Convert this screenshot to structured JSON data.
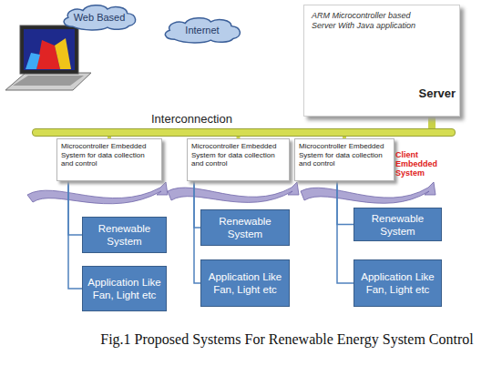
{
  "diagram": {
    "caption": "Fig.1 Proposed Systems For Renewable Energy System Control",
    "nodes": [
      {
        "text": [
          "Web Based"
        ]
      },
      {
        "text": [
          "Internet"
        ]
      },
      {
        "text": [
          "ARM Microcontroller based Server With Java application",
          "Server"
        ]
      },
      {
        "text": [
          "Interconnection"
        ]
      },
      {
        "text": [
          "Microcontroller Embedded System for data collection and control"
        ]
      },
      {
        "text": [
          "Microcontroller Embedded System for data collection and control"
        ]
      },
      {
        "text": [
          "Microcontroller Embedded System for data collection and control",
          "Client Embedded System"
        ]
      },
      {
        "text": [
          "Renewable System"
        ]
      },
      {
        "text": [
          "Renewable System"
        ]
      },
      {
        "text": [
          "Renewable System"
        ]
      },
      {
        "text": [
          "Application Like Fan, Light etc"
        ]
      },
      {
        "text": [
          "Application Like Fan, Light etc"
        ]
      },
      {
        "text": [
          "Application Like Fan, Light etc"
        ]
      }
    ],
    "edges": [
      {
        "from": 3,
        "to": 2,
        "arrow": "none"
      },
      {
        "from": 3,
        "to": 4,
        "arrow": "none"
      },
      {
        "from": 3,
        "to": 5,
        "arrow": "none"
      },
      {
        "from": 3,
        "to": 6,
        "arrow": "none"
      },
      {
        "from": 4,
        "to": 7,
        "arrow": "none"
      },
      {
        "from": 4,
        "to": 10,
        "arrow": "none"
      },
      {
        "from": 5,
        "to": 8,
        "arrow": "none"
      },
      {
        "from": 5,
        "to": 11,
        "arrow": "none"
      },
      {
        "from": 6,
        "to": 9,
        "arrow": "none"
      },
      {
        "from": 6,
        "to": 12,
        "arrow": "none"
      }
    ]
  }
}
